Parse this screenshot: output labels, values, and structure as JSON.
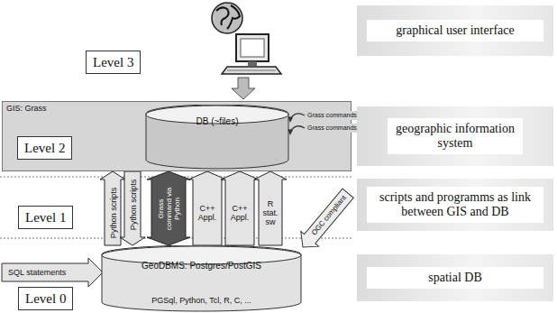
{
  "diagram": {
    "nodes": [
      {
        "text": [
          "graphical user interface"
        ]
      },
      {
        "text": [
          "geographic information system"
        ]
      },
      {
        "text": [
          "scripts and programms as link between GIS and DB"
        ]
      },
      {
        "text": [
          "spatial DB"
        ]
      },
      {
        "text": [
          "Level 3"
        ]
      },
      {
        "text": [
          "GIS: Grass"
        ]
      },
      {
        "text": [
          "Level 2"
        ],
        "in": 5
      },
      {
        "text": [
          "DB (~files)"
        ],
        "in": 5
      },
      {
        "text": [
          "Level 1"
        ]
      },
      {
        "text": [
          "GeoDBMS: Postgres/PostGIS",
          "PGSql, Python, Tcl, R, C, ..."
        ]
      },
      {
        "text": [
          "Level 0"
        ]
      }
    ],
    "edges": [
      {
        "from": 9,
        "to": 5,
        "arrow": "to",
        "label": "Python scripts"
      },
      {
        "from": 5,
        "to": 9,
        "arrow": "to",
        "label": "Python scripts"
      },
      {
        "from": 5,
        "to": 9,
        "arrow": "both",
        "label": "Grass command via Python"
      },
      {
        "from": 9,
        "to": 5,
        "arrow": "to",
        "label": "C++ Appl."
      },
      {
        "from": 9,
        "to": 5,
        "arrow": "to",
        "label": "C++ Appl."
      },
      {
        "from": 9,
        "to": 5,
        "arrow": "to",
        "label": "R stat. sw"
      }
    ],
    "labels": [
      "Grass commands",
      "Grass commands",
      "OGC compliant",
      "SQL statements"
    ]
  }
}
